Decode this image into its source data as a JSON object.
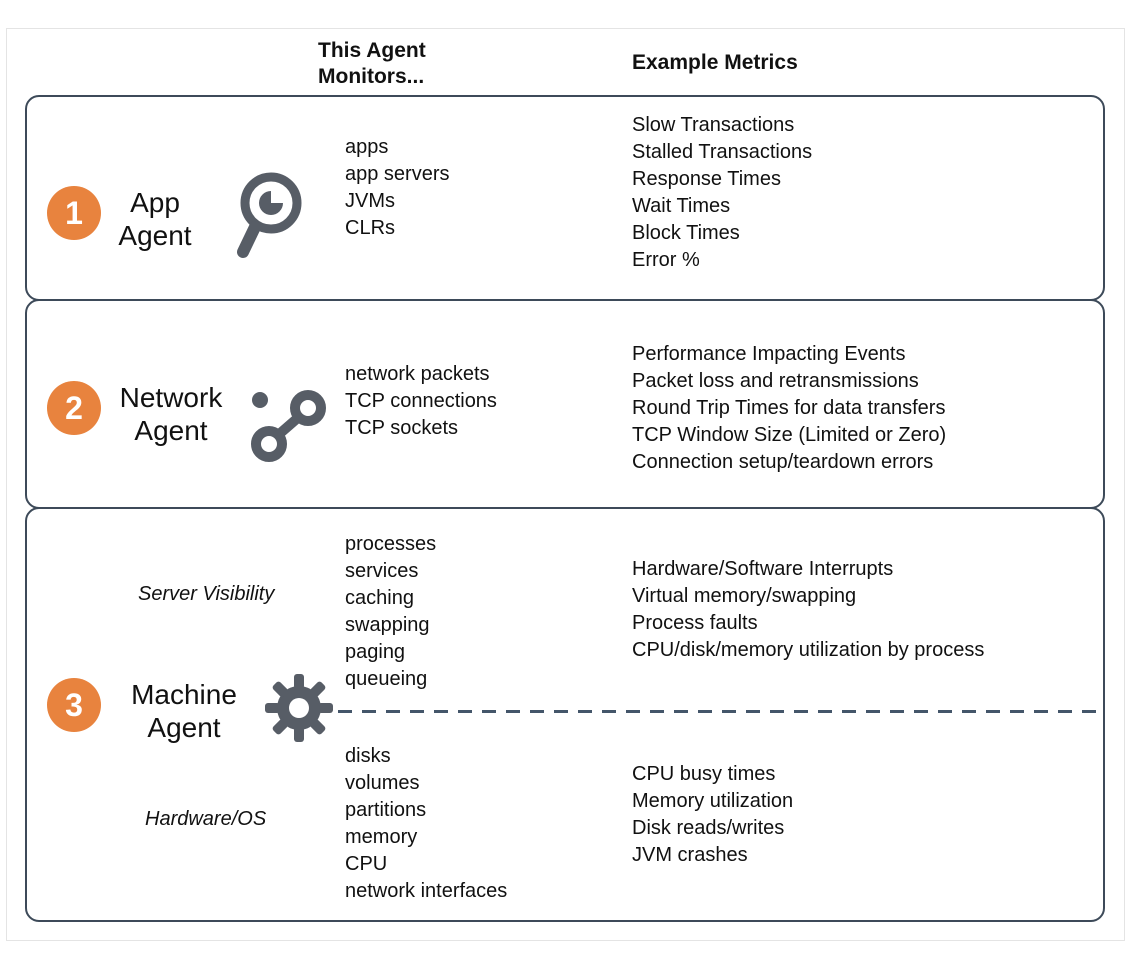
{
  "header": {
    "col_monitors": "This Agent\nMonitors...",
    "col_metrics": "Example Metrics"
  },
  "colors": {
    "accent_orange": "#E8833E",
    "panel_border": "#3D4A59",
    "icon_gray": "#575D66",
    "dash_color": "#44566A"
  },
  "rows": [
    {
      "number": "1",
      "name": "App\nAgent",
      "icon": "magnifier-clock-icon",
      "monitors": [
        "apps",
        "app servers",
        "JVMs",
        "CLRs"
      ],
      "metrics": [
        "Slow Transactions",
        "Stalled Transactions",
        "Response Times",
        "Wait Times",
        "Block Times",
        "Error %"
      ]
    },
    {
      "number": "2",
      "name": "Network\nAgent",
      "icon": "network-nodes-icon",
      "monitors": [
        "network packets",
        "TCP connections",
        "TCP sockets"
      ],
      "metrics": [
        "Performance Impacting Events",
        "Packet loss and retransmissions",
        "Round Trip Times for data transfers",
        "TCP Window Size (Limited or Zero)",
        "Connection setup/teardown errors"
      ]
    },
    {
      "number": "3",
      "name": "Machine\nAgent",
      "icon": "gear-icon",
      "sections": [
        {
          "label": "Server Visibility",
          "monitors": [
            "processes",
            "services",
            "caching",
            "swapping",
            "paging",
            "queueing"
          ],
          "metrics": [
            "Hardware/Software Interrupts",
            "Virtual memory/swapping",
            "Process faults",
            "CPU/disk/memory utilization by process"
          ]
        },
        {
          "label": "Hardware/OS",
          "monitors": [
            "disks",
            "volumes",
            "partitions",
            "memory",
            "CPU",
            "network interfaces"
          ],
          "metrics": [
            "CPU busy times",
            "Memory utilization",
            "Disk reads/writes",
            "JVM crashes"
          ]
        }
      ]
    }
  ]
}
